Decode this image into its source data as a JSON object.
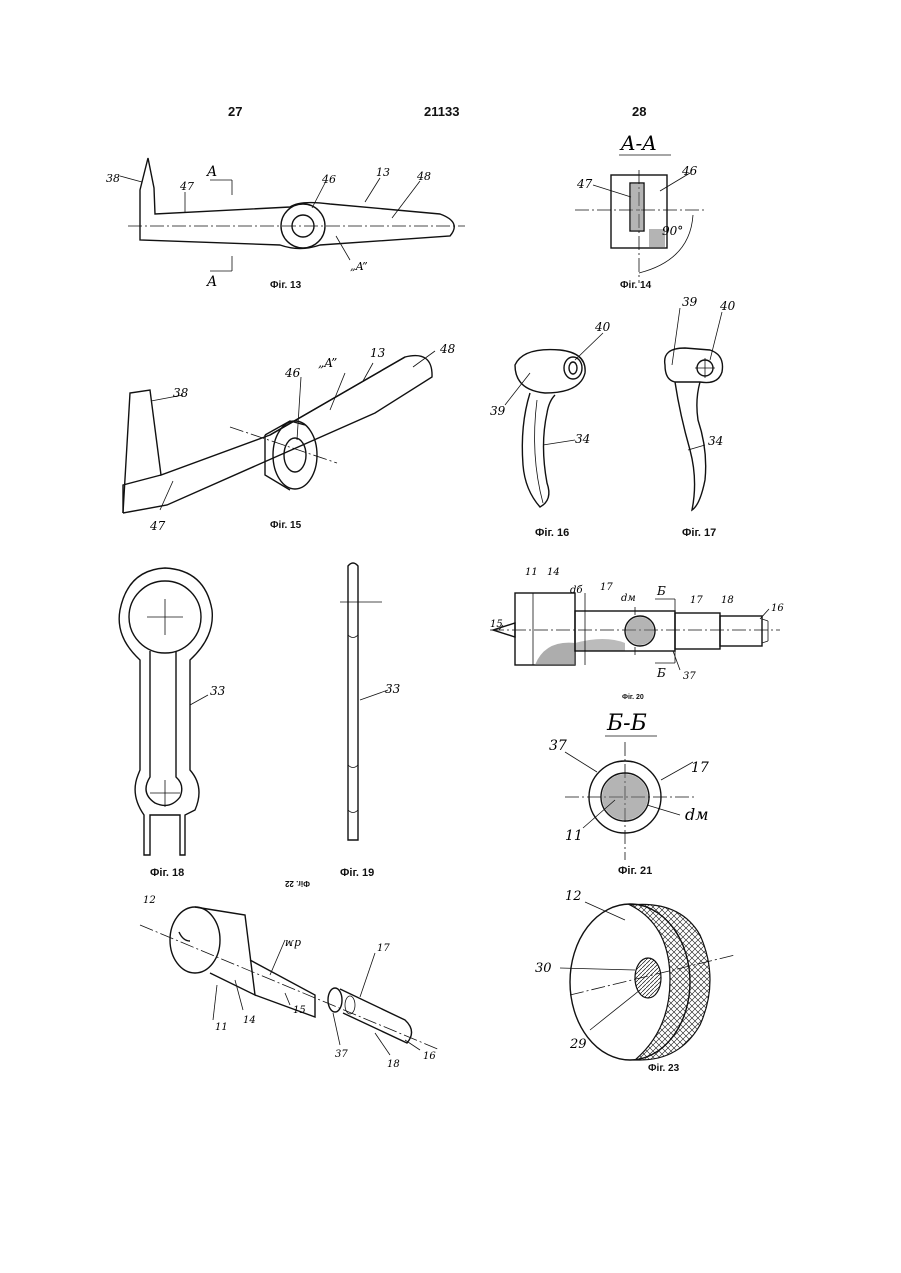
{
  "header": {
    "page_left": "27",
    "patent_number": "21133",
    "page_right": "28"
  },
  "figures": {
    "fig13": {
      "caption": "Фіг. 13",
      "labels": {
        "l38": "38",
        "l47": "47",
        "l46": "46",
        "l13": "13",
        "l48": "48",
        "lA1": "A",
        "lA2": "A",
        "lA3": "„A”"
      }
    },
    "fig14": {
      "caption": "Фіг. 14",
      "title": "A-A",
      "labels": {
        "l47": "47",
        "l46": "46",
        "angle": "90°"
      }
    },
    "fig15": {
      "caption": "Фіг. 15",
      "labels": {
        "l38": "38",
        "l46": "46",
        "lA": "„A”",
        "l13": "13",
        "l48": "48",
        "l47": "47"
      }
    },
    "fig16": {
      "caption": "Фіг. 16",
      "labels": {
        "l40": "40",
        "l39": "39",
        "l34": "34"
      }
    },
    "fig17": {
      "caption": "Фіг. 17",
      "labels": {
        "l39": "39",
        "l40": "40",
        "l34": "34"
      }
    },
    "fig18": {
      "caption": "Фіг. 18",
      "labels": {
        "l33": "33"
      }
    },
    "fig19": {
      "caption": "Фіг. 19",
      "labels": {
        "l33": "33"
      }
    },
    "fig20": {
      "caption": "Фіг. 20",
      "labels": {
        "l11": "11",
        "l14": "14",
        "ld": "dб",
        "l17a": "17",
        "ldm": "dм",
        "lB1": "Б",
        "lB2": "Б",
        "l17b": "17",
        "l18": "18",
        "l15": "15",
        "l16": "16",
        "l37": "37"
      }
    },
    "fig21": {
      "caption": "Фіг. 21",
      "title": "Б-Б",
      "labels": {
        "l37": "37",
        "l17": "17",
        "ldm": "dм",
        "l11": "11"
      }
    },
    "fig22": {
      "caption": "Фіг. 22",
      "labels": {
        "l12a": "12",
        "ldm": "dм",
        "l17": "17",
        "l11": "11",
        "l14": "14",
        "l15": "15",
        "l37": "37",
        "l18": "18",
        "l16": "16"
      }
    },
    "fig23": {
      "caption": "Фіг. 23",
      "labels": {
        "l12": "12",
        "l30": "30",
        "l29": "29"
      }
    }
  }
}
